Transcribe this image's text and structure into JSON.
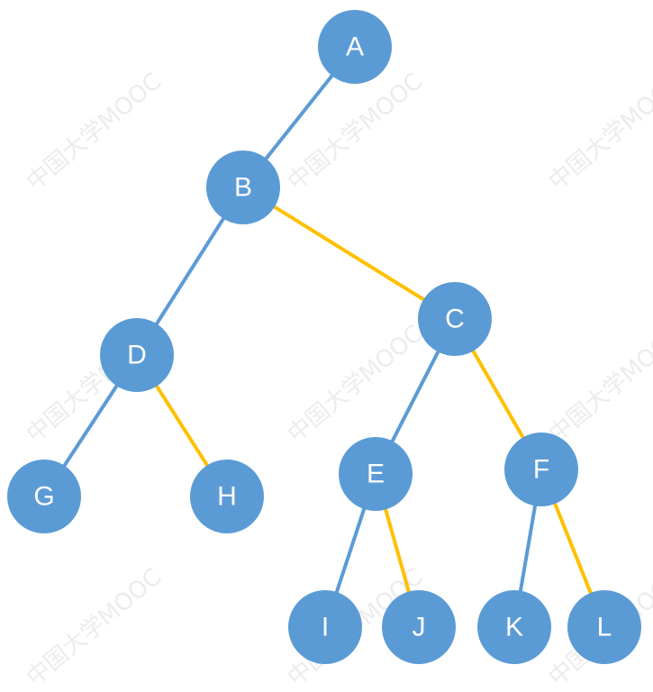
{
  "watermark": "中国大学MOOC",
  "colors": {
    "node": "#5B9BD5",
    "left_edge": "#5B9BD5",
    "right_edge": "#FFC000",
    "label": "#FFFFFF"
  },
  "nodes": [
    {
      "id": "A",
      "label": "A"
    },
    {
      "id": "B",
      "label": "B"
    },
    {
      "id": "C",
      "label": "C"
    },
    {
      "id": "D",
      "label": "D"
    },
    {
      "id": "E",
      "label": "E"
    },
    {
      "id": "F",
      "label": "F"
    },
    {
      "id": "G",
      "label": "G"
    },
    {
      "id": "H",
      "label": "H"
    },
    {
      "id": "I",
      "label": "I"
    },
    {
      "id": "J",
      "label": "J"
    },
    {
      "id": "K",
      "label": "K"
    },
    {
      "id": "L",
      "label": "L"
    }
  ],
  "edges": [
    {
      "from": "A",
      "to": "B",
      "side": "left"
    },
    {
      "from": "B",
      "to": "D",
      "side": "left"
    },
    {
      "from": "B",
      "to": "C",
      "side": "right"
    },
    {
      "from": "D",
      "to": "G",
      "side": "left"
    },
    {
      "from": "D",
      "to": "H",
      "side": "right"
    },
    {
      "from": "C",
      "to": "E",
      "side": "left"
    },
    {
      "from": "C",
      "to": "F",
      "side": "right"
    },
    {
      "from": "E",
      "to": "I",
      "side": "left"
    },
    {
      "from": "E",
      "to": "J",
      "side": "right"
    },
    {
      "from": "F",
      "to": "K",
      "side": "left"
    },
    {
      "from": "F",
      "to": "L",
      "side": "right"
    }
  ]
}
